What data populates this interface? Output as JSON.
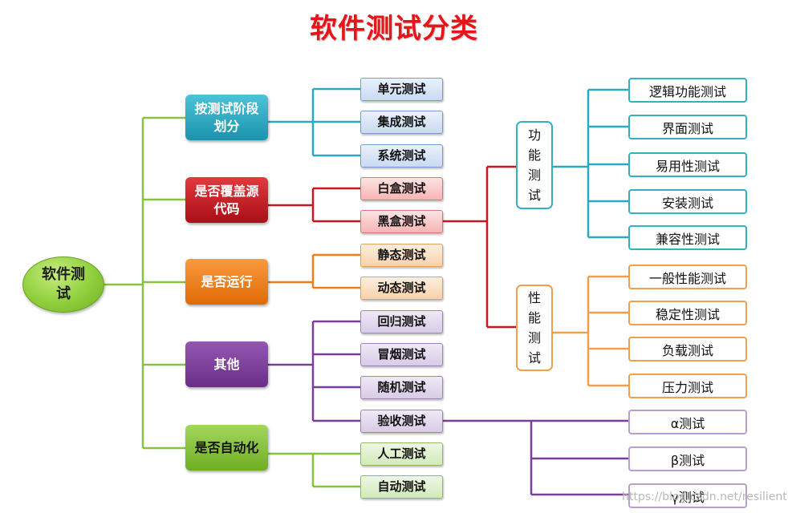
{
  "title": "软件测试分类",
  "root": "软件测试",
  "categories": [
    {
      "label": "按测试阶段划分",
      "color": "#2aa9c2"
    },
    {
      "label": "是否覆盖源代码",
      "color": "#c8171f"
    },
    {
      "label": "是否运行",
      "color": "#f07e17"
    },
    {
      "label": "其他",
      "color": "#7a3e98"
    },
    {
      "label": "是否自动化",
      "color": "#86c240"
    }
  ],
  "leaves": {
    "stage": [
      "单元测试",
      "集成测试",
      "系统测试"
    ],
    "coverage": [
      "白盒测试",
      "黑盒测试"
    ],
    "run": [
      "静态测试",
      "动态测试"
    ],
    "other": [
      "回归测试",
      "冒烟测试",
      "随机测试",
      "验收测试"
    ],
    "automation": [
      "人工测试",
      "自动测试"
    ]
  },
  "functional": {
    "label": [
      "功",
      "能",
      "测",
      "试"
    ],
    "items": [
      "逻辑功能测试",
      "界面测试",
      "易用性测试",
      "安装测试",
      "兼容性测试"
    ]
  },
  "performance": {
    "label": [
      "性",
      "能",
      "测",
      "试"
    ],
    "items": [
      "一般性能测试",
      "稳定性测试",
      "负载测试",
      "压力测试"
    ]
  },
  "acceptance": {
    "items": [
      "α测试",
      "β测试",
      "γ测试"
    ]
  },
  "watermark": "https://blog.csdn.net/resilient",
  "colors": {
    "green": "#86c240",
    "teal": "#2aa9c2",
    "red": "#c8171f",
    "orange": "#f07e17",
    "purple": "#7a3e98",
    "title": "#e8141a"
  }
}
